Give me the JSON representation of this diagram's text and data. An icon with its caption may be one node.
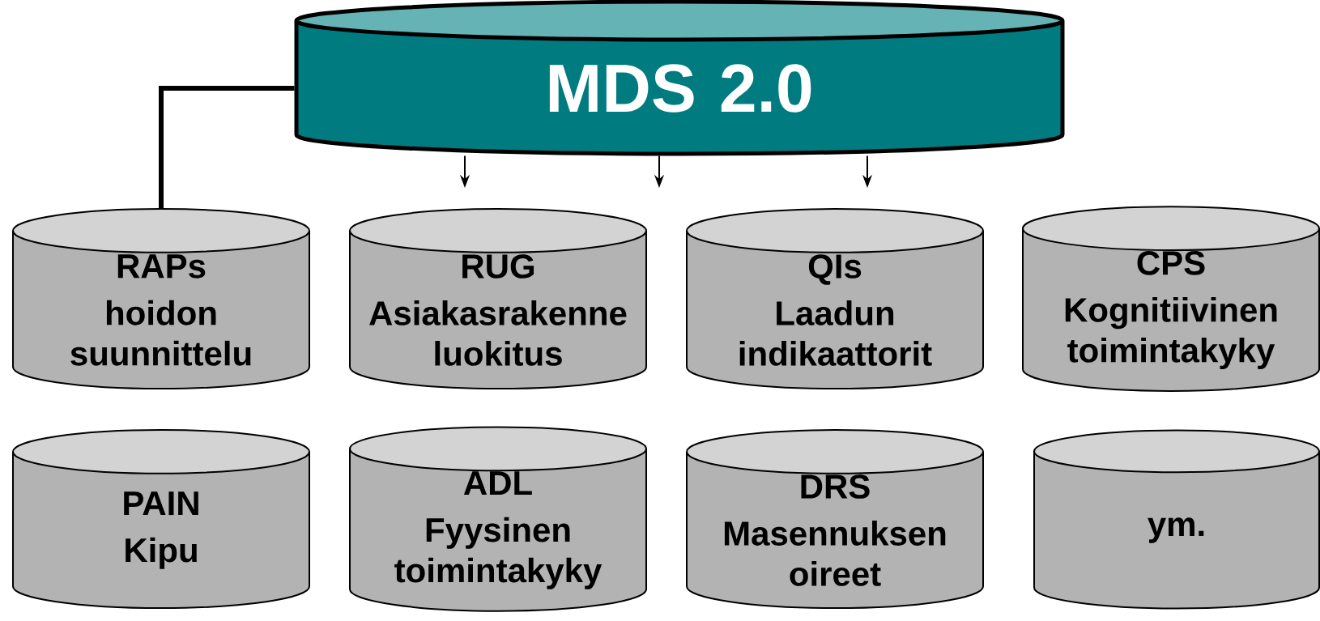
{
  "diagram": {
    "nodes": [
      {
        "text": [
          "MDS 2.0"
        ]
      },
      {
        "text": [
          "RAPs",
          "hoidon suunnittelu"
        ]
      },
      {
        "text": [
          "RUG",
          "Asiakasrakenne luokitus"
        ]
      },
      {
        "text": [
          "QIs",
          "Laadun indikaattorit"
        ]
      },
      {
        "text": [
          "CPS",
          "Kognitiivinen toimintakyky"
        ]
      },
      {
        "text": [
          "PAIN",
          "Kipu"
        ]
      },
      {
        "text": [
          "ADL",
          "Fyysinen toimintakyky"
        ]
      },
      {
        "text": [
          "DRS",
          "Masennuksen oireet"
        ]
      },
      {
        "text": [
          "ym."
        ]
      }
    ],
    "edges": [
      {
        "from": 0,
        "to": 1,
        "arrow": "none",
        "style": "thick"
      },
      {
        "from": 0,
        "to": null,
        "arrow": "to"
      },
      {
        "from": 0,
        "to": null,
        "arrow": "to"
      },
      {
        "from": 0,
        "to": null,
        "arrow": "to"
      }
    ]
  }
}
